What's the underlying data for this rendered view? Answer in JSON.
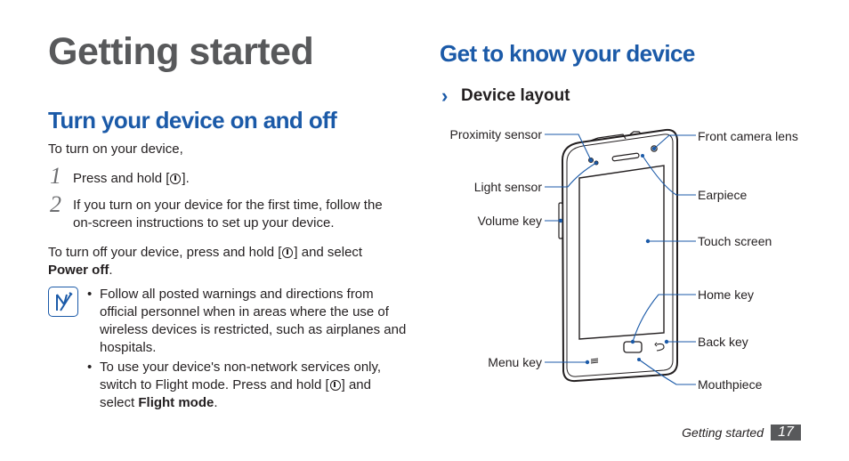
{
  "chapter_title": "Getting started",
  "left": {
    "heading": "Turn your device on and off",
    "intro": "To turn on your device,",
    "steps": [
      {
        "num": "1",
        "text_before": "Press and hold [",
        "text_after": "]."
      },
      {
        "num": "2",
        "line1": "If you turn on your device for the first time, follow the",
        "line2": "on-screen instructions to set up your device."
      }
    ],
    "off_line1_before": "To turn off your device, press and hold [",
    "off_line1_after": "] and select",
    "off_bold": "Power off",
    "off_end": ".",
    "note_bullets": [
      {
        "lines": [
          "Follow all posted warnings and directions from",
          "official personnel when in areas where the use of",
          "wireless devices is restricted, such as airplanes and",
          "hospitals."
        ]
      },
      {
        "line1": "To use your device's non-network services only,",
        "line2_before": "switch to Flight mode. Press and hold [",
        "line2_after": "] and",
        "line3_before": "select ",
        "line3_bold": "Flight mode",
        "line3_end": "."
      }
    ]
  },
  "right": {
    "heading": "Get to know your device",
    "subheading_marker": "›",
    "subheading": "Device layout",
    "labels": {
      "proximity_sensor": "Proximity sensor",
      "light_sensor": "Light sensor",
      "volume_key": "Volume key",
      "menu_key": "Menu key",
      "front_camera_lens": "Front camera lens",
      "earpiece": "Earpiece",
      "touch_screen": "Touch screen",
      "home_key": "Home key",
      "back_key": "Back key",
      "mouthpiece": "Mouthpiece"
    }
  },
  "footer": {
    "section": "Getting started",
    "page": "17"
  },
  "colors": {
    "heading_blue": "#1b5aa8",
    "chapter_gray": "#58595b",
    "page_box": "#58595b"
  },
  "icons": {
    "power_key": "power-icon",
    "note": "note-icon",
    "section_marker": "chevron-right-icon"
  }
}
